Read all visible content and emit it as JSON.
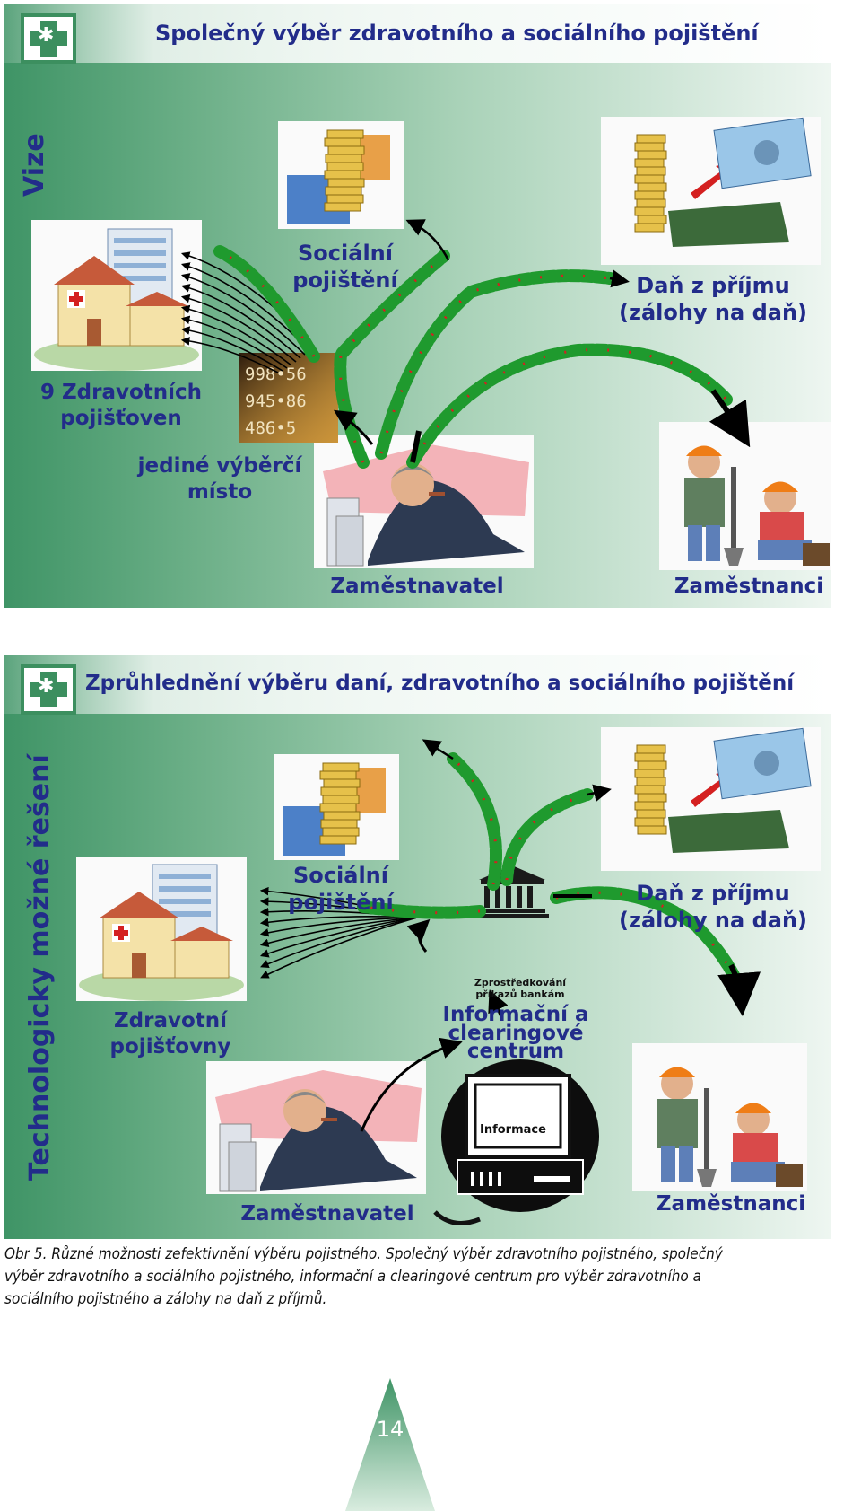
{
  "panel1": {
    "title": "Společný výběr zdravotního a sociálního pojištění",
    "side_label": "Vize",
    "labels": {
      "social": "Sociální\npojištění",
      "tax": "Daň z příjmu\n(zálohy na daň)",
      "insurers": "9 Zdravotních\npojišťoven",
      "single_point": "jediné výběrčí\nmísto",
      "employer": "Zaměstnavatel",
      "employees": "Zaměstnanci"
    },
    "card_numbers": [
      "998•56",
      "945•86",
      "486•5"
    ]
  },
  "panel2": {
    "title": "Zprůhlednění výběru daní, zdravotního a sociálního pojištění",
    "side_label": "Technologicky možné řešení",
    "labels": {
      "social": "Sociální\npojištění",
      "tax": "Daň z příjmu\n(zálohy na daň)",
      "insurers": "Zdravotní\npojišťovny",
      "bank_orders": "Zprostředkování\npříkazů bankám",
      "center": "Informační a\nclearingové\ncentrum",
      "info": "Informace",
      "employer": "Zaměstnavatel",
      "employees": "Zaměstnanci"
    }
  },
  "caption": "Obr 5. Různé možnosti zefektivnění výběru pojistného. Společný výběr zdravotního pojistného, společný výběr zdravotního a sociálního pojistného, informační a clearingové centrum pro výběr zdravotního a sociálního pojistného a zálohy na daň z příjmů.",
  "page_number": "14",
  "colors": {
    "navy_text": "#222c8a",
    "panel_green": "#3f9466",
    "money_green": "#1f9a2e",
    "money_red": "#d42020"
  },
  "icons": [
    "hospital-icon",
    "coin-stack-icon",
    "banknote-icon",
    "employer-icon",
    "workers-icon",
    "bank-building-icon",
    "computer-icon",
    "money-flow-icon"
  ]
}
